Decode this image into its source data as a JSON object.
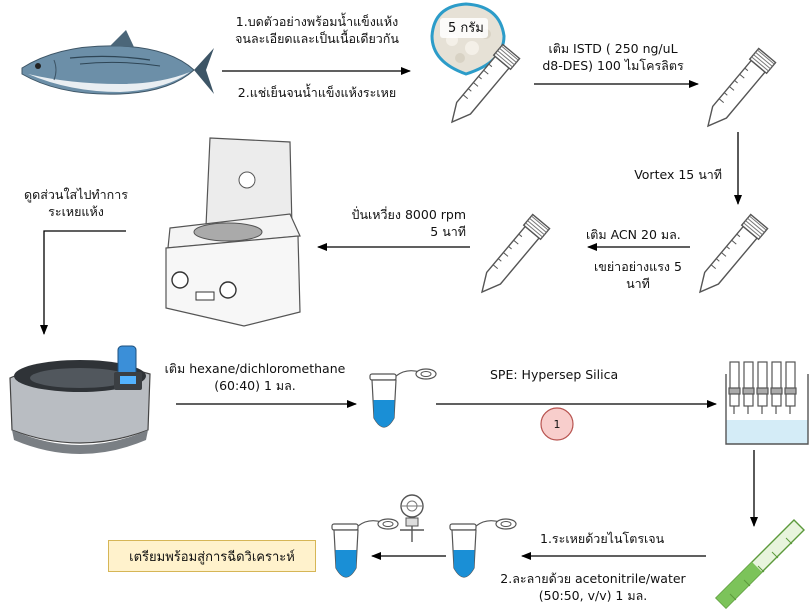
{
  "steps": {
    "homogenize_1": "1.บดตัวอย่างพร้อมน้ำแข็งแห้ง",
    "homogenize_1b": "จนละเอียดและเป็นเนื้อเดียวกัน",
    "homogenize_2": "2.แช่เย็นจนน้ำแข็งแห้งระเหย",
    "sample_weight": "5 กรัม",
    "add_istd_1": "เติม ISTD ( 250 ng/uL",
    "add_istd_2": "d8-DES) 100 ไมโครลิตร",
    "vortex": "Vortex 15 นาที",
    "add_acn": "เติม ACN 20 มล.",
    "shake_1": "เขย่าอย่างแรง 5",
    "shake_2": "นาที",
    "centrifuge_1": "ปั่นเหวี่ยง 8000 rpm",
    "centrifuge_2": "5 นาที",
    "transfer_1": "ดูดส่วนใสไปทำการ",
    "transfer_2": "ระเหยแห้ง",
    "add_solvent_1": "เติม hexane/dichloromethane",
    "add_solvent_2": "(60:40) 1 มล.",
    "spe": "SPE: Hypersep Silica",
    "marker": "1",
    "evaporate": "1.ระเหยด้วยไนโตรเจน",
    "dissolve_1": "2.ละลายด้วย acetonitrile/water",
    "dissolve_2": "(50:50, v/v) 1 มล.",
    "final": "เตรียมพร้อมสู่การฉีดวิเคราะห์"
  },
  "colors": {
    "arrow": "#000000",
    "liquid_blue": "#1a8fd6",
    "tube_outline": "#555555",
    "marker_fill": "#f8cecc",
    "marker_stroke": "#b85450",
    "final_fill": "#fff2cc",
    "final_stroke": "#d6b656",
    "spe_water": "#d4ecf7",
    "pipette_green": "#7cc35a"
  }
}
